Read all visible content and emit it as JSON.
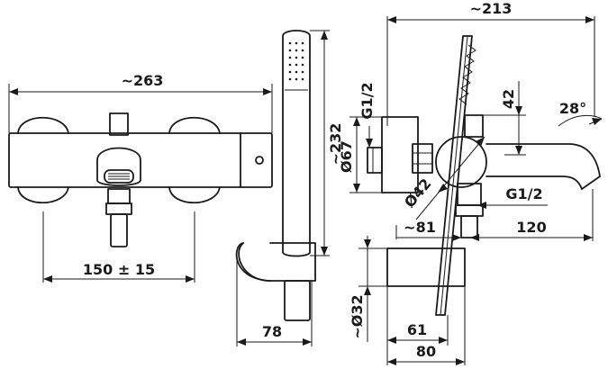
{
  "dimensions": {
    "overall_width": "~263",
    "connection_spacing": "150 ± 15",
    "hand_shower_length": "~232",
    "holder_width": "78",
    "overall_side_width": "~213",
    "inlet_thread": "G1/2",
    "height_42": "42",
    "spout_angle": "28°",
    "body_diameter": "Ø67",
    "knob_diameter": "Ø42",
    "outlet_thread": "G1/2",
    "offset_81": "~81",
    "spout_length": "120",
    "holder_diameter": "~Ø32",
    "holder_depth_61": "61",
    "holder_depth_80": "80"
  }
}
